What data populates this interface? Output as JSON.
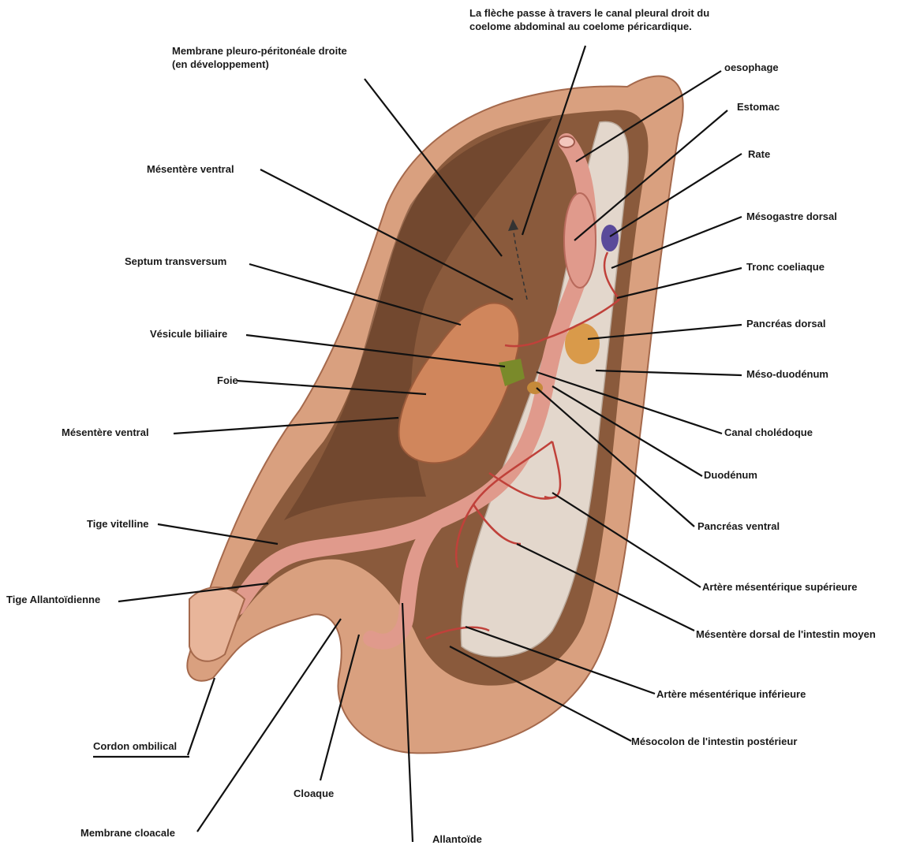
{
  "labels": {
    "arrow_note": "La flèche passe à travers le canal pleural droit du\ncoelome abdominal au coelome péricardique.",
    "pleuro_membrane": "Membrane pleuro-péritonéale droite\n(en développement)",
    "oesophage": "oesophage",
    "estomac": "Estomac",
    "rate": "Rate",
    "mesogastre": "Mésogastre dorsal",
    "tronc": "Tronc coeliaque",
    "pancreas_dorsal": "Pancréas dorsal",
    "meso_duodenum": "Méso-duodénum",
    "canal_choledoque": "Canal cholédoque",
    "duodenum": "Duodénum",
    "pancreas_ventral": "Pancréas ventral",
    "artere_sup": "Artère mésentérique supérieure",
    "mesentere_dorsal": "Mésentère dorsal de l'intestin moyen",
    "artere_inf": "Artère mésentérique inférieure",
    "mesocolon": "Mésocolon de l'intestin postérieur",
    "mesentere_ventral_1": "Mésentère ventral",
    "septum": "Septum transversum",
    "vesicule": "Vésicule biliaire",
    "foie": "Foie",
    "mesentere_ventral_2": "Mésentère ventral",
    "tige_vitelline": "Tige vitelline",
    "tige_allantoidienne": "Tige Allantoïdienne",
    "cordon": "Cordon ombilical",
    "cloaque": "Cloaque",
    "membrane_cloacale": "Membrane cloacale",
    "allantoide": "Allantoïde"
  },
  "colors": {
    "body_wall": "#d9a07f",
    "body_wall_dark": "#b97b5c",
    "cavity": "#8a5a3c",
    "cavity_dark": "#5e3a24",
    "mesentery": "#e3d7cc",
    "gut": "#e09a8c",
    "artery": "#c0413a",
    "liver": "#d0865c",
    "spleen": "#5a4a9a",
    "pancreas": "#d99a4a",
    "gallbladder": "#7a8a2a",
    "leader": "#111111"
  }
}
